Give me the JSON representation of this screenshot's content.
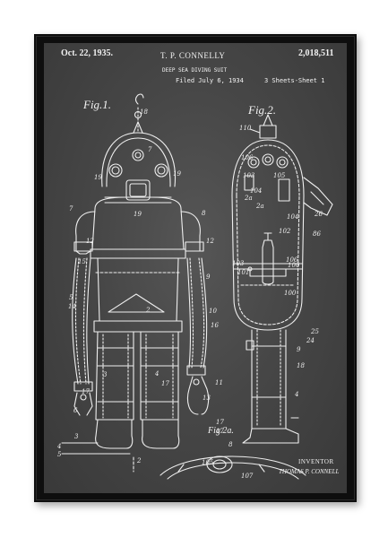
{
  "patent": {
    "date": "Oct. 22, 1935.",
    "inventor_header": "T. P. CONNELLY",
    "number": "2,018,511",
    "title": "DEEP SEA DIVING SUIT",
    "filed": "Filed July 6, 1934",
    "sheets": "3 Sheets-Sheet 1"
  },
  "figures": {
    "fig1": "Fig.1.",
    "fig2": "Fig.2.",
    "fig2a": "Fig.2a."
  },
  "footer": {
    "inventor_label": "INVENTOR",
    "inventor_name": "THOMAS P. CONNELL"
  },
  "colors": {
    "frame": "#0e0e0e",
    "chalkboard": "#474747",
    "ink": "#f2f2f2"
  }
}
